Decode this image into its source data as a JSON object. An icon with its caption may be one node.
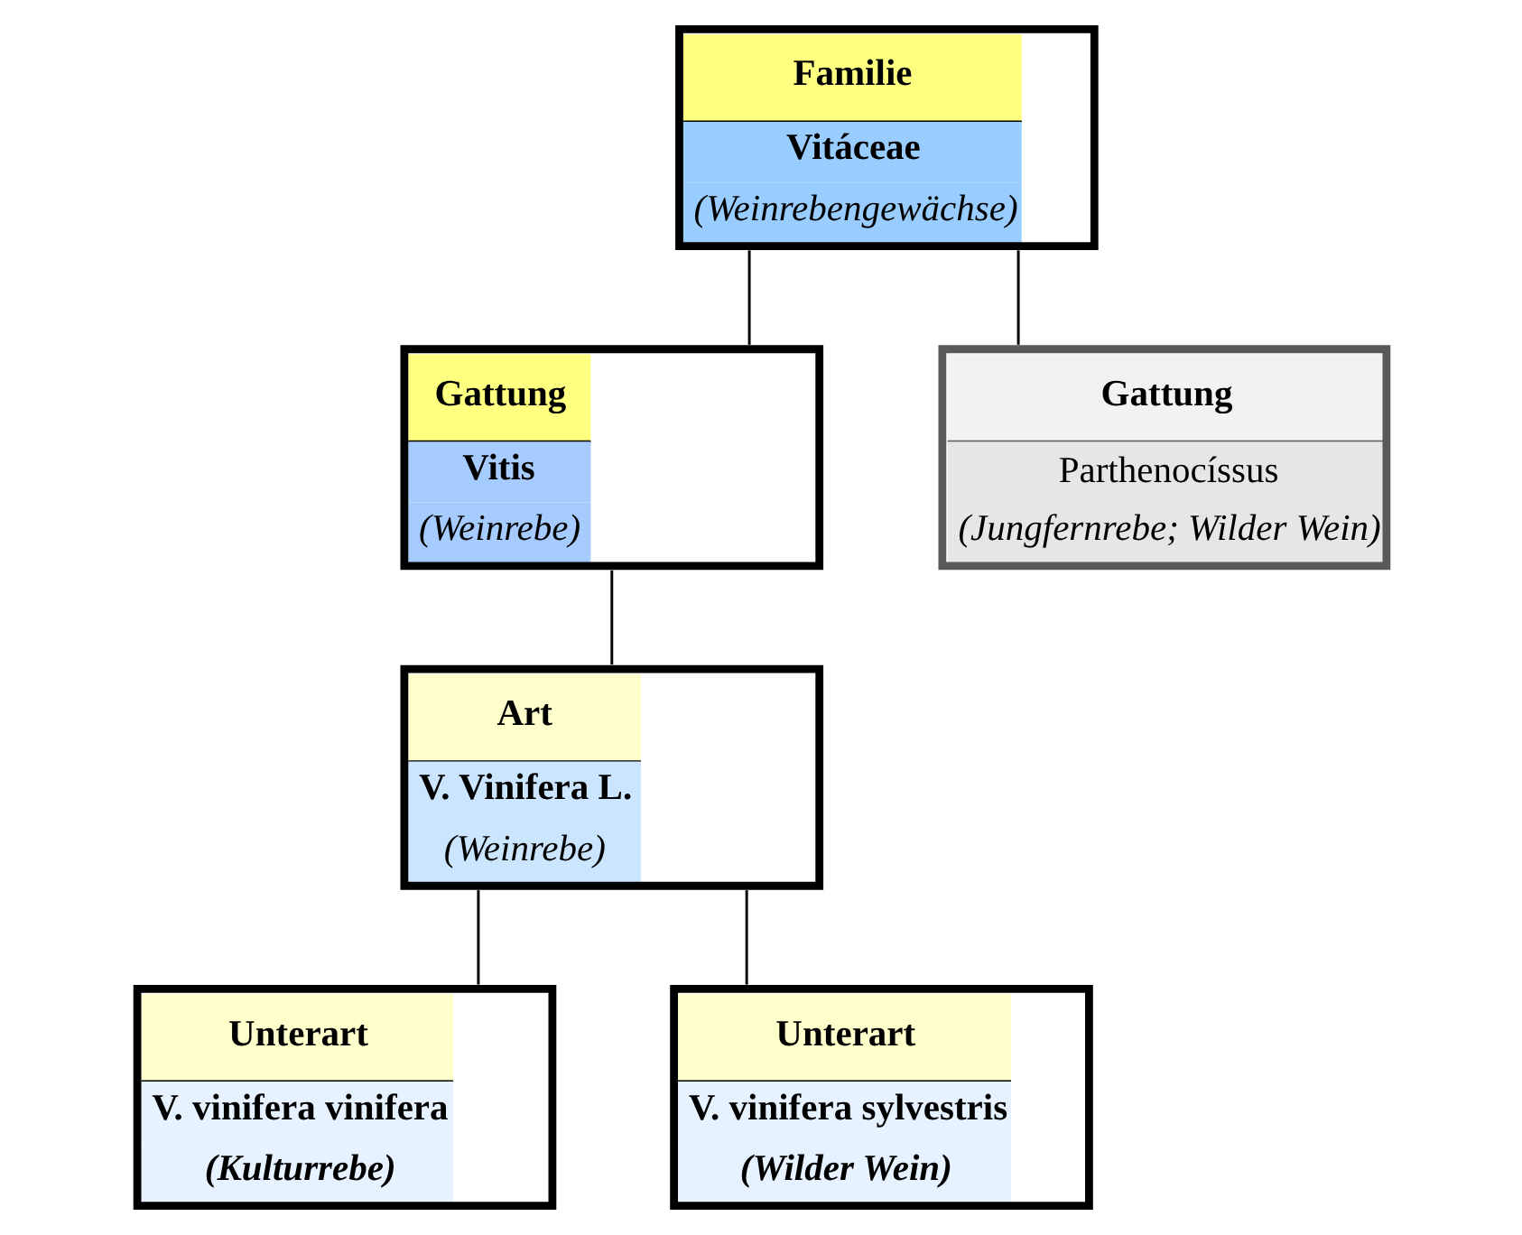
{
  "diagram": {
    "nodes": [
      {
        "text": [
          "Familie",
          "Vitáceae",
          "(Weinrebengewächse)"
        ]
      },
      {
        "text": [
          "Gattung",
          "Vitis",
          "(Weinrebe)"
        ]
      },
      {
        "text": [
          "Gattung",
          "Parthenocíssus",
          "(Jungfernrebe; Wilder Wein)"
        ]
      },
      {
        "text": [
          "Art",
          "V. Vinifera L.",
          "(Weinrebe)"
        ]
      },
      {
        "text": [
          "Unterart",
          "V. vinifera vinifera",
          "(Kulturrebe)"
        ]
      },
      {
        "text": [
          "Unterart",
          "V. vinifera sylvestris",
          "(Wilder Wein)"
        ]
      }
    ],
    "edges": [
      {
        "from": 0,
        "to": 1,
        "arrow": "none"
      },
      {
        "from": 0,
        "to": 2,
        "arrow": "none"
      },
      {
        "from": 1,
        "to": 3,
        "arrow": "none"
      },
      {
        "from": 3,
        "to": 4,
        "arrow": "none"
      },
      {
        "from": 3,
        "to": 5,
        "arrow": "none"
      }
    ]
  }
}
